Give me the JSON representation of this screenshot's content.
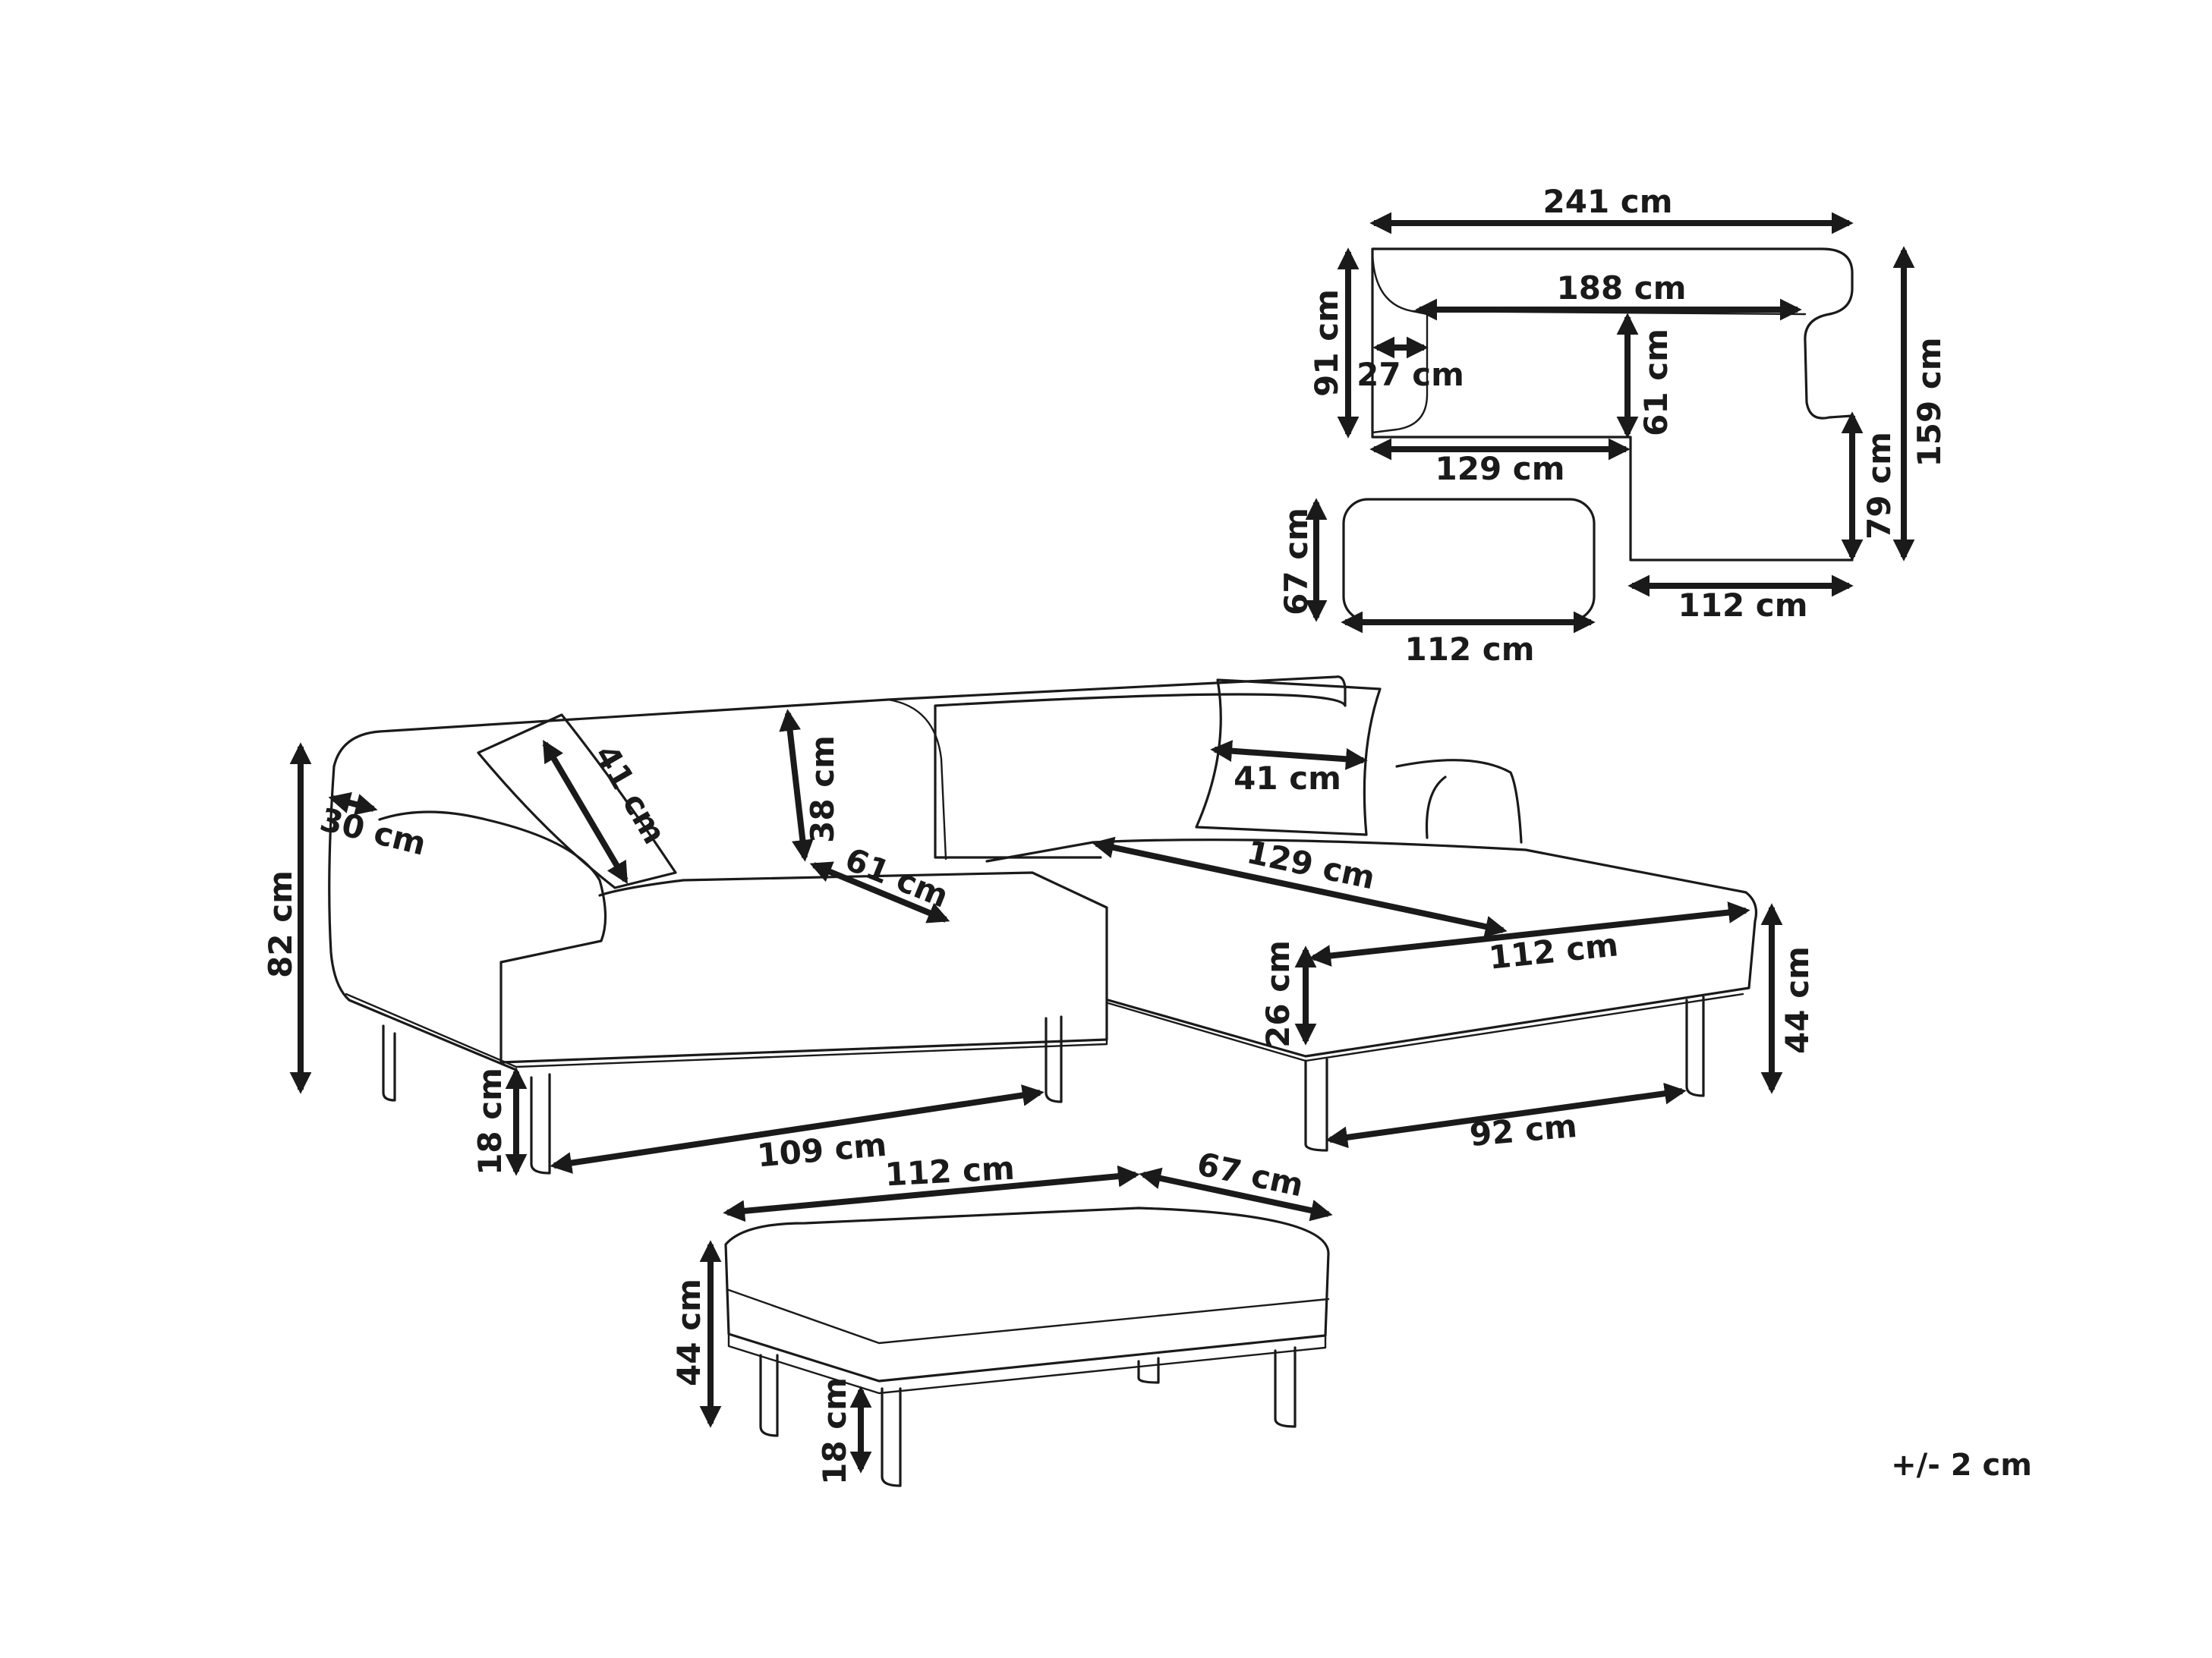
{
  "top_view": {
    "overall_width": "241 cm",
    "inner_width": "188 cm",
    "backrest_depth": "27 cm",
    "seat_depth": "61 cm",
    "sofa_depth": "91 cm",
    "total_depth": "159 cm",
    "sofa_section_width": "129 cm",
    "chaise_extension": "79 cm",
    "chaise_width": "112 cm",
    "ottoman_depth": "67 cm",
    "ottoman_width": "112 cm"
  },
  "perspective_view": {
    "total_height": "82 cm",
    "armrest_width": "30 cm",
    "cushion_left_size": "41 cm",
    "backrest_height": "38 cm",
    "seat_depth": "61 cm",
    "cushion_right_size": "41 cm",
    "chaise_length": "129 cm",
    "chaise_width": "112 cm",
    "seat_thickness": "26 cm",
    "seat_height": "44 cm",
    "leg_height": "18 cm",
    "leg_span_sofa": "109 cm",
    "leg_span_chaise": "92 cm"
  },
  "ottoman_view": {
    "width": "112 cm",
    "depth": "67 cm",
    "height": "44 cm",
    "leg_height": "18 cm"
  },
  "tolerance": "+/- 2 cm"
}
